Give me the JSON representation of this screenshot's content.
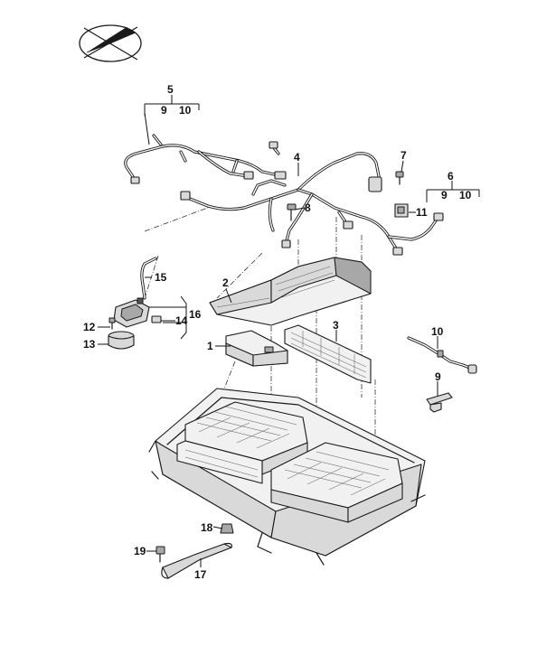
{
  "callouts": {
    "c1": "1",
    "c2": "2",
    "c3": "3",
    "c4": "4",
    "c5": "5",
    "c5a": "9",
    "c5b": "10",
    "c6": "6",
    "c6a": "9",
    "c6b": "10",
    "c7": "7",
    "c8": "8",
    "c9": "9",
    "c10": "10",
    "c11": "11",
    "c12": "12",
    "c13": "13",
    "c14": "14",
    "c15": "15",
    "c16": "16",
    "c17": "17",
    "c18": "18",
    "c19": "19"
  },
  "icons": {
    "orientation": "direction-arrow-emblem-icon"
  },
  "colors": {
    "line": "#1a1a1a",
    "background": "#ffffff"
  }
}
